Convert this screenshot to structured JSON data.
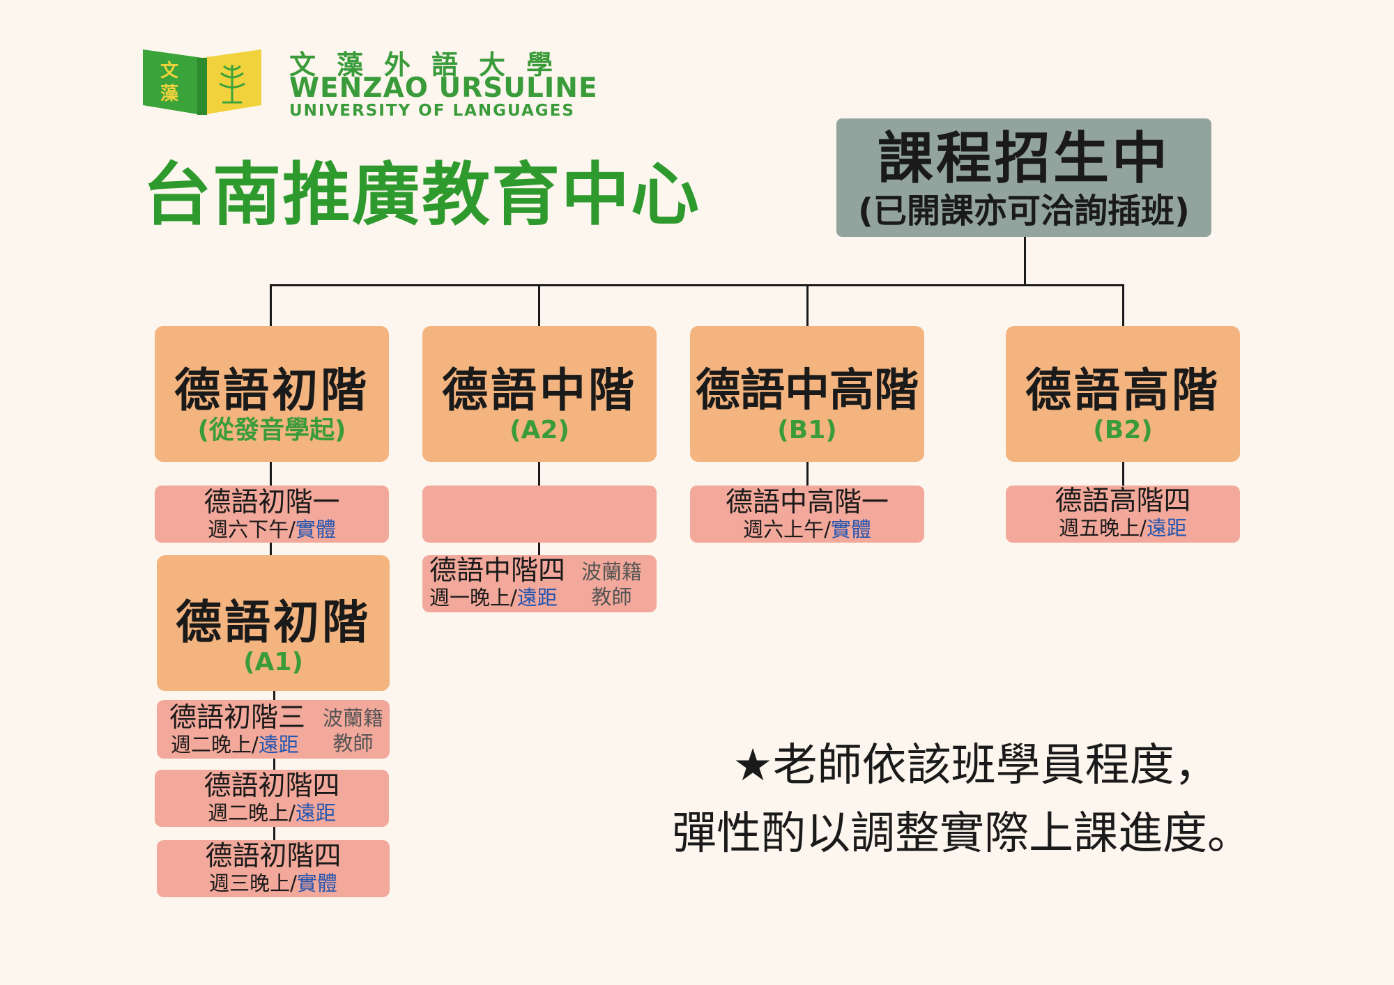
{
  "logo": {
    "emblem_chars": [
      "文",
      "藻"
    ],
    "name_cn": "文藻外語大學",
    "name_en_1": "WENZAO URSULINE",
    "name_en_2": "UNIVERSITY OF LANGUAGES"
  },
  "center_title": "台南推廣教育中心",
  "root": {
    "title": "課程招生中",
    "subtitle": "(已開課亦可洽詢插班)"
  },
  "levels": [
    {
      "name": "德語初階",
      "code": "(從發音學起)"
    },
    {
      "name": "德語中階",
      "code": "(A2)"
    },
    {
      "name": "德語中高階",
      "code": "(B1)"
    },
    {
      "name": "德語高階",
      "code": "(B2)"
    },
    {
      "name": "德語初階",
      "code": "(A1)"
    }
  ],
  "courses": {
    "beginner_1": {
      "name": "德語初階一",
      "schedule": "週六下午/",
      "mode": "實體"
    },
    "a2_empty": {},
    "a2_4": {
      "name": "德語中階四",
      "schedule": "週一晚上/",
      "mode": "遠距",
      "teacher_1": "波蘭籍",
      "teacher_2": "教師"
    },
    "b1_1": {
      "name": "德語中高階一",
      "schedule": "週六上午/",
      "mode": "實體"
    },
    "b2_4": {
      "name": "德語高階四",
      "schedule": "週五晚上/",
      "mode": "遠距"
    },
    "a1_3": {
      "name": "德語初階三",
      "schedule": "週二晚上/",
      "mode": "遠距",
      "teacher_1": "波蘭籍",
      "teacher_2": "教師"
    },
    "a1_4a": {
      "name": "德語初階四",
      "schedule": "週二晚上/",
      "mode": "遠距"
    },
    "a1_4b": {
      "name": "德語初階四",
      "schedule": "週三晚上/",
      "mode": "實體"
    }
  },
  "note": {
    "line1": "★老師依該班學員程度，",
    "line2": "彈性酌以調整實際上課進度。"
  },
  "colors": {
    "background": "#fdf6ee",
    "root_box": "#93a49e",
    "level_box": "#f3b47f",
    "course_box": "#f2a89a",
    "brand_green": "#3a9b3a",
    "mode_blue": "#2455b0"
  }
}
